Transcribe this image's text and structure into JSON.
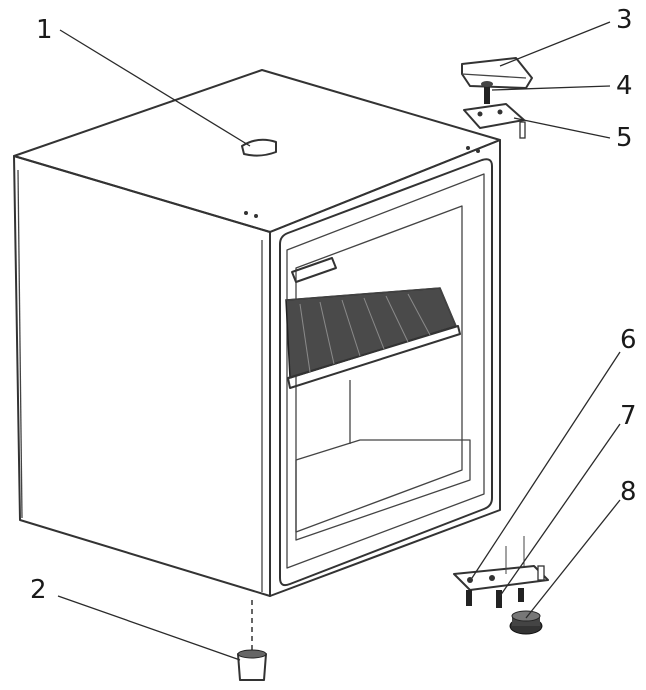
{
  "callouts": [
    {
      "id": "1",
      "label": "1"
    },
    {
      "id": "2",
      "label": "2"
    },
    {
      "id": "3",
      "label": "3"
    },
    {
      "id": "4",
      "label": "4"
    },
    {
      "id": "5",
      "label": "5"
    },
    {
      "id": "6",
      "label": "6"
    },
    {
      "id": "7",
      "label": "7"
    },
    {
      "id": "8",
      "label": "8"
    }
  ],
  "colors": {
    "line": "#333333",
    "shelf_dark": "#4a4a4a",
    "background": "#ffffff"
  }
}
